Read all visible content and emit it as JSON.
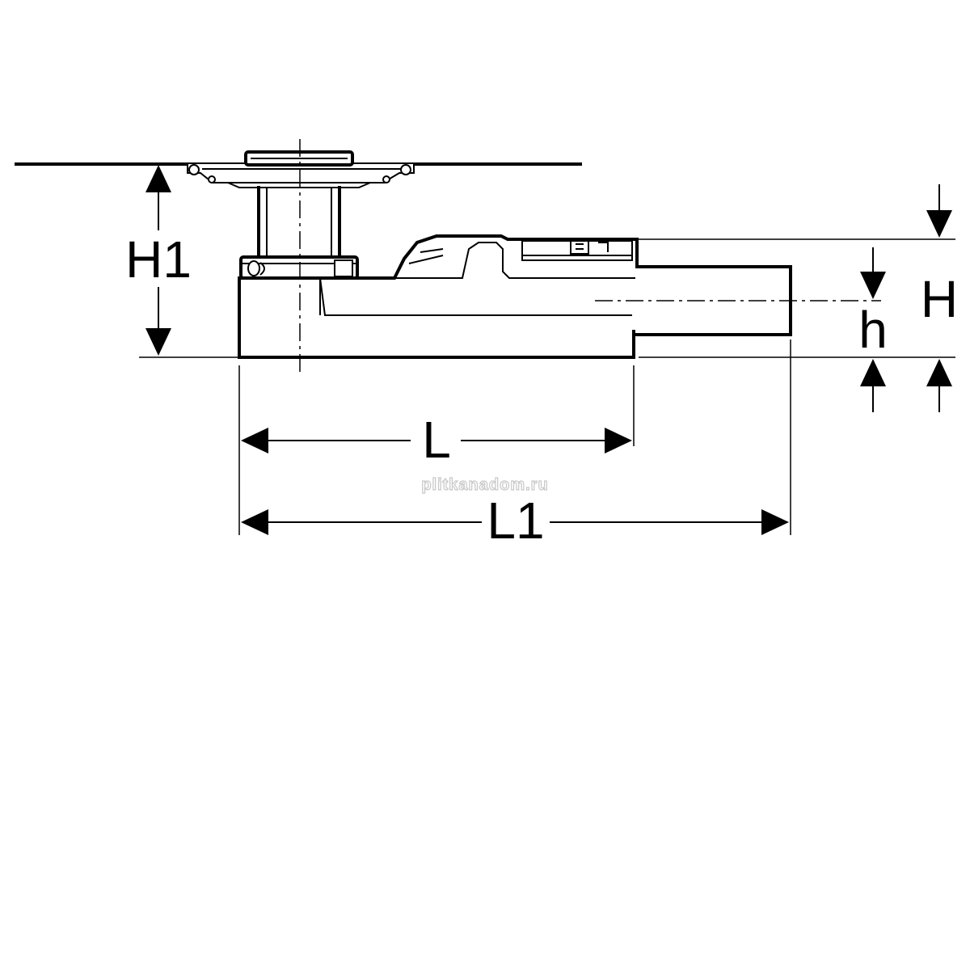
{
  "diagram": {
    "labels": {
      "H1": "H1",
      "L": "L",
      "L1": "L1",
      "H": "H",
      "h": "h"
    },
    "watermark": "plitkanadom.ru"
  }
}
